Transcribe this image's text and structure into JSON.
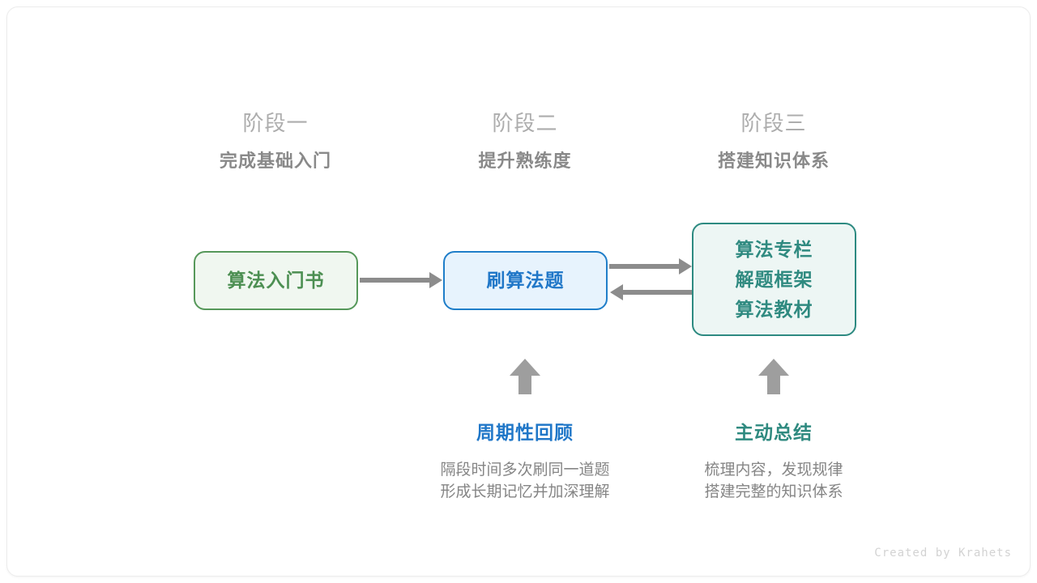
{
  "card": {
    "background": "#ffffff",
    "border_color": "#ececec"
  },
  "stages": [
    {
      "label": "阶段一",
      "title": "完成基础入门"
    },
    {
      "label": "阶段二",
      "title": "提升熟练度"
    },
    {
      "label": "阶段三",
      "title": "搭建知识体系"
    }
  ],
  "nodes": {
    "book": {
      "lines": [
        "算法入门书"
      ],
      "border_color": "#56985a",
      "fill_color": "#f0f7f0",
      "text_color": "#4c8f52"
    },
    "practice": {
      "lines": [
        "刷算法题"
      ],
      "border_color": "#1f7ec9",
      "fill_color": "#e7f3fd",
      "text_color": "#2077c8"
    },
    "system": {
      "lines": [
        "算法专栏",
        "解题框架",
        "算法教材"
      ],
      "border_color": "#2d8a81",
      "fill_color": "#edf6f4",
      "text_color": "#2f8a80"
    }
  },
  "arrows": {
    "color": "#8c8c8c",
    "up_arrow_color": "#9e9e9e",
    "book_to_practice": "arrow-right-icon",
    "practice_to_system": "arrow-right-icon",
    "system_to_practice": "arrow-left-icon",
    "review_up": "arrow-up-icon",
    "summary_up": "arrow-up-icon"
  },
  "annotations": [
    {
      "title": "周期性回顾",
      "title_color": "#2077c8",
      "desc_lines": [
        "隔段时间多次刷同一道题",
        "形成长期记忆并加深理解"
      ]
    },
    {
      "title": "主动总结",
      "title_color": "#2f8a80",
      "desc_lines": [
        "梳理内容，发现规律",
        "搭建完整的知识体系"
      ]
    }
  ],
  "footer": {
    "credit": "Created by Krahets"
  }
}
